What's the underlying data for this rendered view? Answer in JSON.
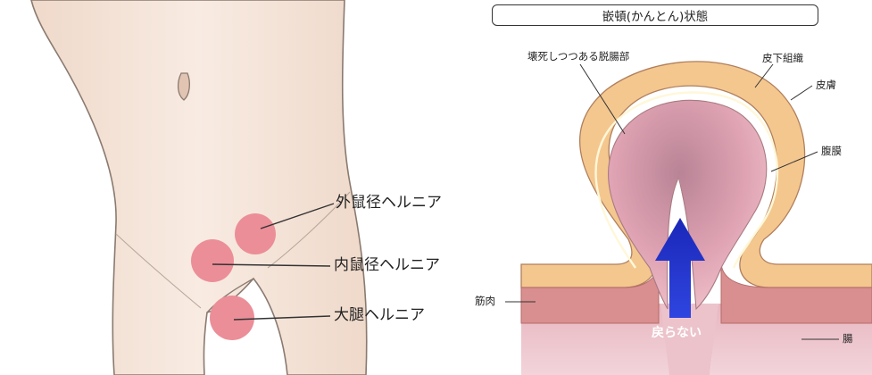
{
  "left_panel": {
    "labels": {
      "inguinal_external": "外鼠径ヘルニア",
      "inguinal_internal": "内鼠径ヘルニア",
      "femoral": "大腿ヘルニア"
    }
  },
  "right_panel": {
    "title": "嵌頓(かんとん)状態",
    "labels": {
      "necrotic_intestine": "壊死しつつある脱腸部",
      "subcutaneous_tissue": "皮下組織",
      "skin": "皮膚",
      "peritoneum": "腹膜",
      "muscle": "筋肉",
      "intestine": "腸"
    },
    "arrow_text": "戻らない"
  },
  "colors": {
    "skin": "#f6e7dc",
    "skin_outline": "#8a7a70",
    "hernia_circle": "#eb8e98",
    "fat_layer": "#f4c78f",
    "muscle_layer": "#d98f8f",
    "intestine": "#e4a4b0",
    "arrow_blue": "#1d2ec8"
  }
}
